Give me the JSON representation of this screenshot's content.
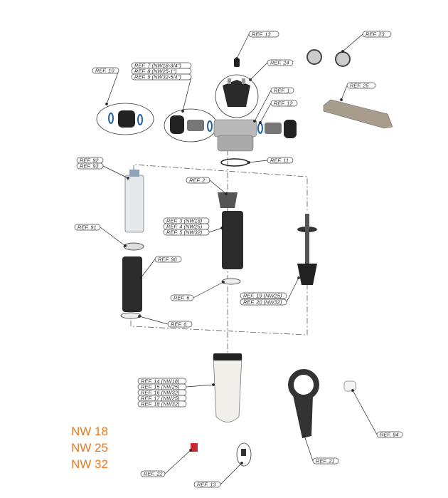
{
  "labels": [
    "REF. 13",
    "REF. 23",
    "REF. 24",
    "REF. 7 (NW18-3/4\")",
    "REF. 8 (NW25-1\")",
    "REF. 9 (NW32-5/4\")",
    "REF. 10",
    "REF. 25",
    "REF. 1",
    "REF. 12",
    "REF. 11",
    "REF. 92",
    "REF. 93",
    "REF. 2",
    "REF. 3 (NW18)",
    "REF. 4 (NW25)",
    "REF. 5 (NW32)",
    "REF. 91",
    "REF. 90",
    "REF. 6",
    "REF. 19 (NW25)",
    "REF. 20 (NW32)",
    "REF. 6",
    "REF. 14 (NW18)",
    "REF. 15 (NW25)",
    "REF. 16 (NW32)",
    "REF. 17 (NW25)",
    "REF. 18 (NW32)",
    "REF. 94",
    "REF. 22",
    "REF. 21",
    "REF. 13"
  ],
  "sizes": [
    "NW 18",
    "NW 25",
    "NW 32"
  ],
  "colors": {
    "accent": "#e87722",
    "oring": "#1f5fa8"
  }
}
